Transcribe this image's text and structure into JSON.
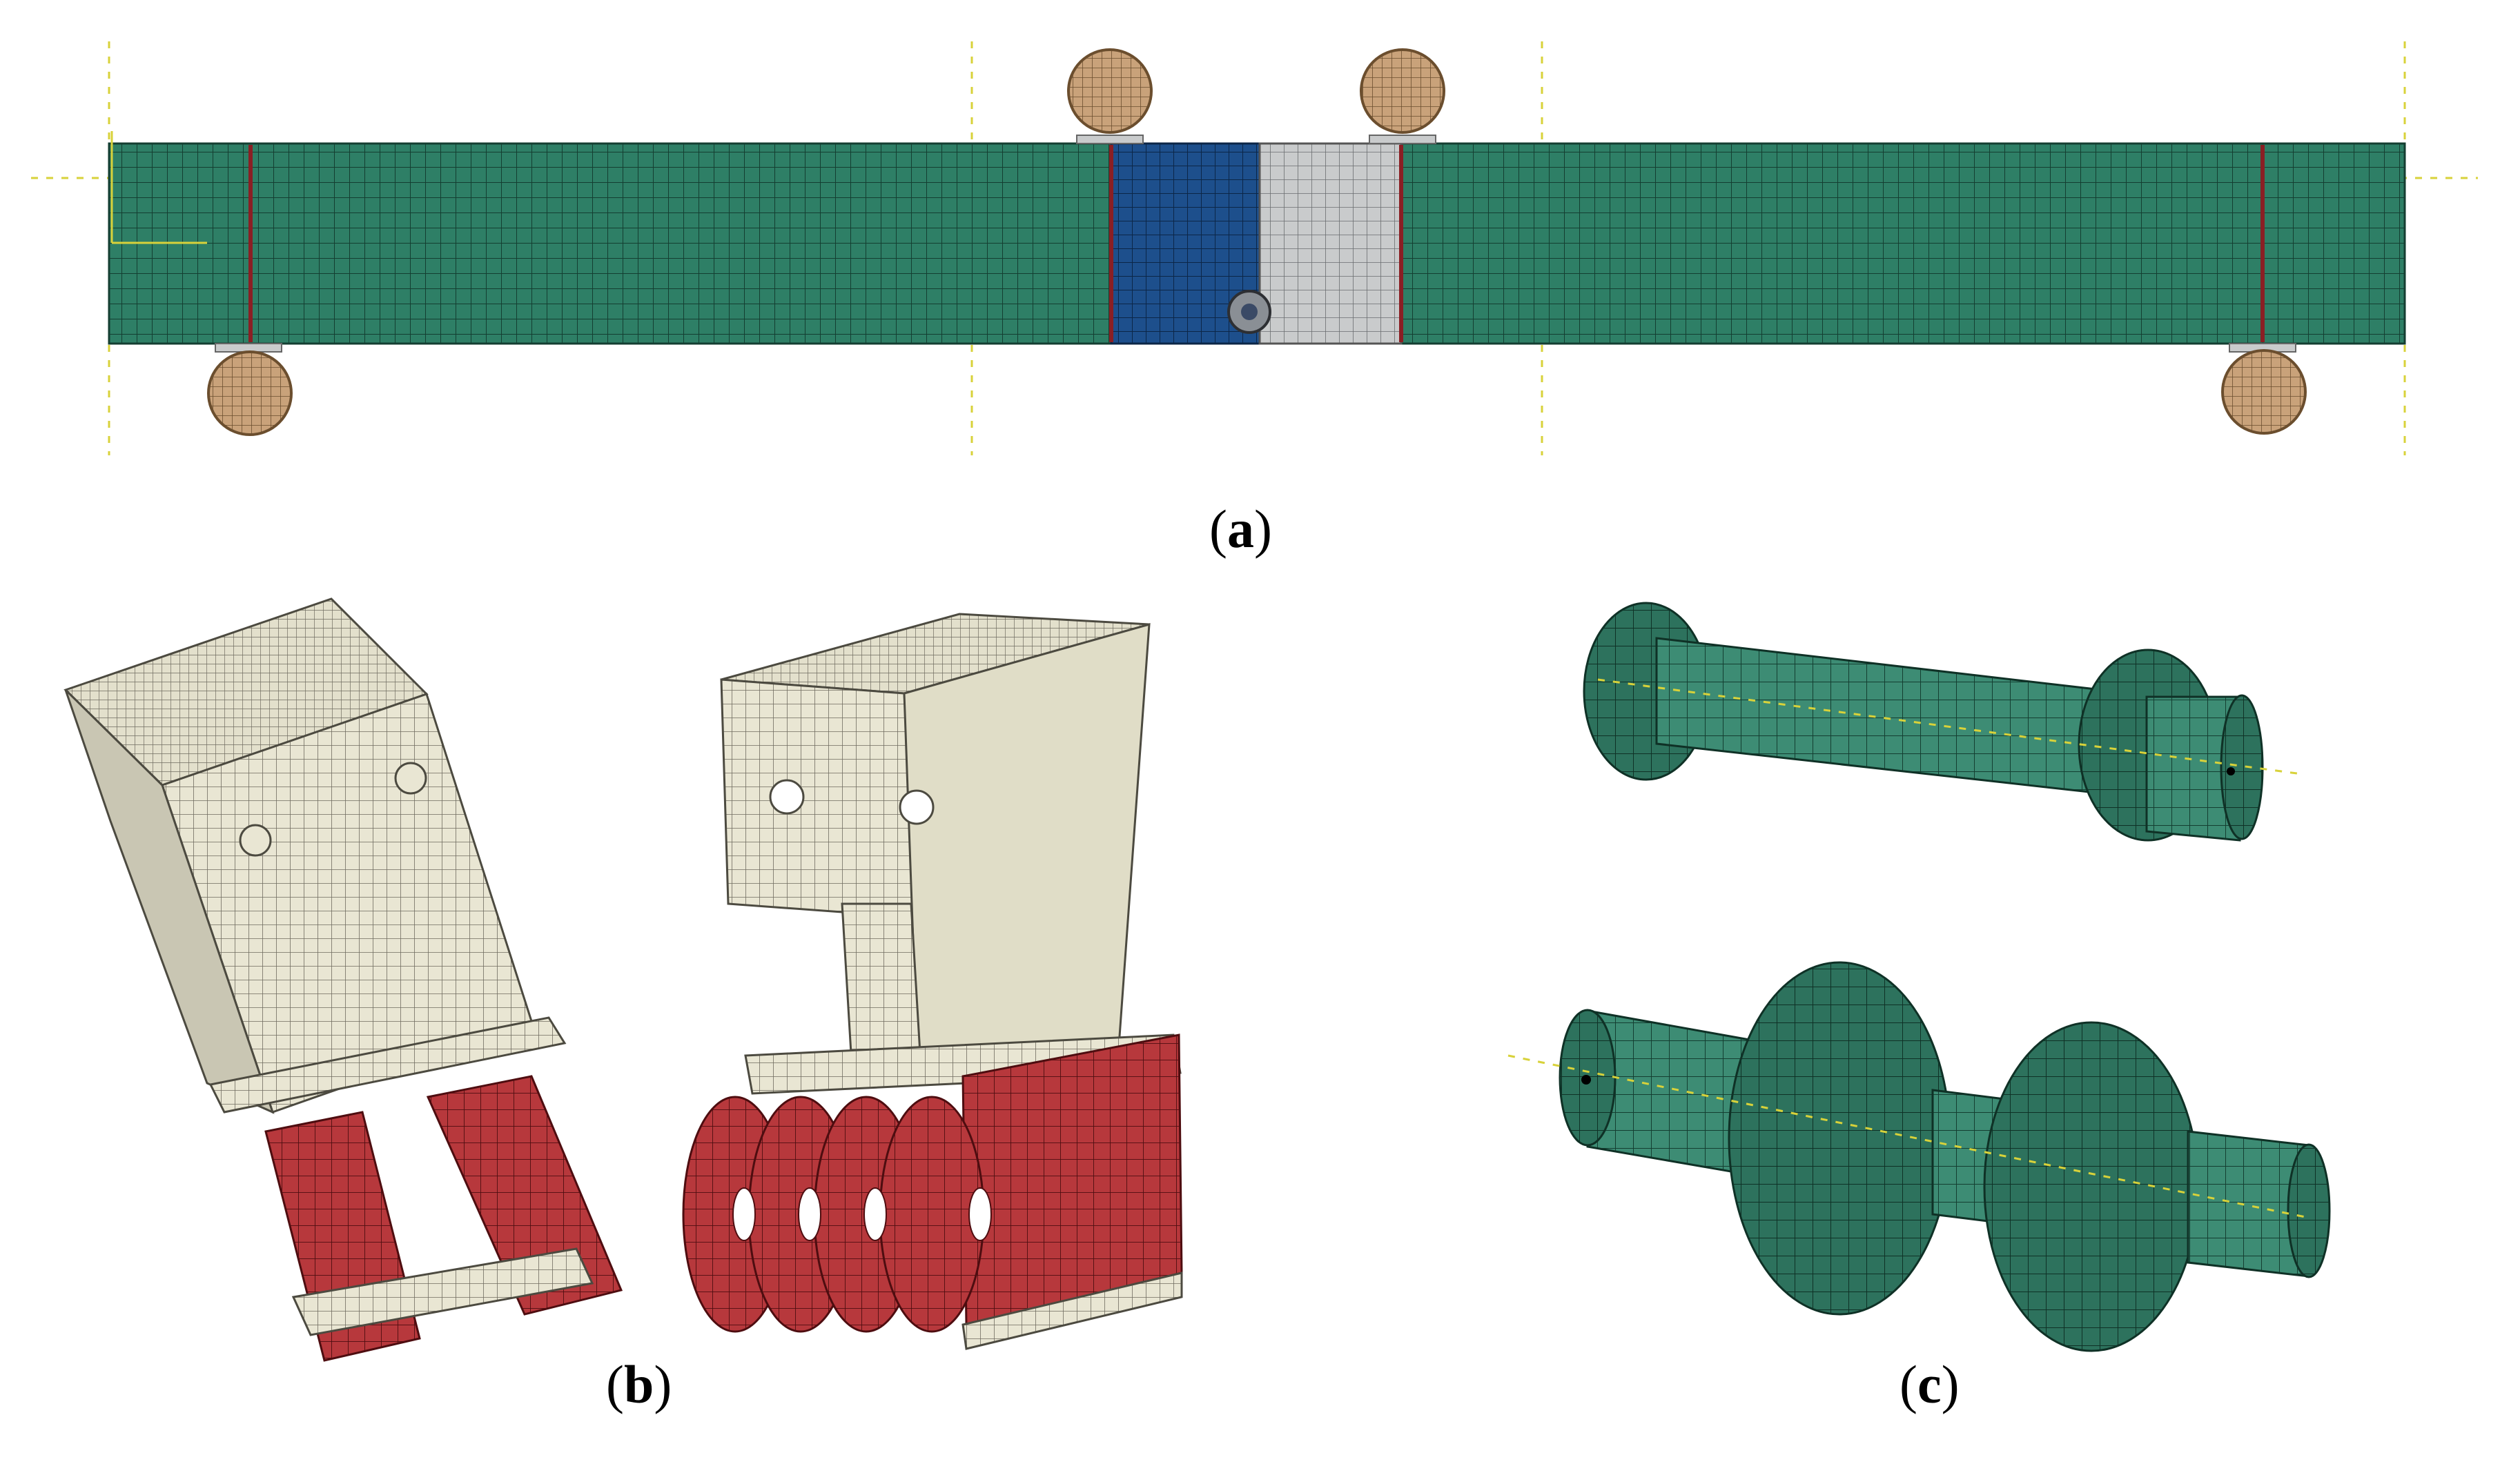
{
  "panels": [
    {
      "id": "a",
      "label": "a"
    },
    {
      "id": "b",
      "label": "b"
    },
    {
      "id": "c",
      "label": "c"
    }
  ],
  "colors": {
    "beam_green": "#2e7f66",
    "mesh_line": "#143e31",
    "connector_blue": "#1d4f8c",
    "connector_grey": "#c9cbcc",
    "roller_tan": "#c9a27a",
    "plate_red": "#b7383c",
    "plate_cream": "#e9e6d3",
    "axis_yellow": "#d8d23a",
    "weld_red": "#8a1f24"
  },
  "icons": {
    "roller": "roller-support-icon",
    "pin": "pin-icon"
  }
}
